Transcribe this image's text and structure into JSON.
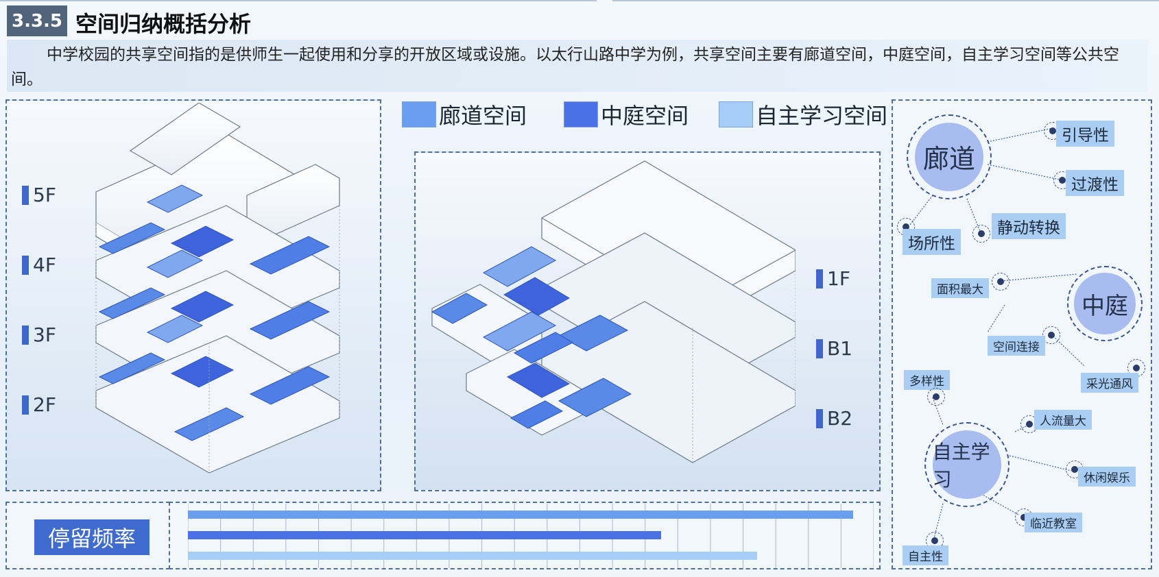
{
  "header": {
    "section_number": "3.3.5",
    "title": "空间归纳概括分析"
  },
  "intro": {
    "text": "中学校园的共享空间指的是供师生一起使用和分享的开放区域或设施。以太行山路中学为例，共享空间主要有廊道空间，中庭空间，自主学习空间等公共空间。"
  },
  "legend": [
    {
      "label": "廊道空间",
      "color": "#6a9ef0"
    },
    {
      "label": "中庭空间",
      "color": "#4a72e6"
    },
    {
      "label": "自主学习空间",
      "color": "#a6cdf6"
    }
  ],
  "left_floors": [
    "5F",
    "4F",
    "3F",
    "2F"
  ],
  "mid_floors": [
    "1F",
    "B1",
    "B2"
  ],
  "frequency": {
    "label": "停留频率",
    "bars": [
      {
        "series": "廊道空间",
        "value": 0.97
      },
      {
        "series": "中庭空间",
        "value": 0.69
      },
      {
        "series": "自主学习空间",
        "value": 0.83
      }
    ]
  },
  "mindmap": {
    "corridor": {
      "title": "廊道",
      "tags": [
        "引导性",
        "过渡性",
        "静动转换",
        "场所性"
      ]
    },
    "atrium": {
      "title": "中庭",
      "tags": [
        "面积最大",
        "空间连接",
        "采光通风"
      ]
    },
    "study": {
      "title": "自主学习",
      "tags": [
        "多样性",
        "人流量大",
        "休闲娱乐",
        "临近教室",
        "自主性"
      ]
    }
  },
  "colors": {
    "accent": "#3f6bcf",
    "header_badge": "#51647a",
    "panel_border": "#4d6f9e"
  }
}
